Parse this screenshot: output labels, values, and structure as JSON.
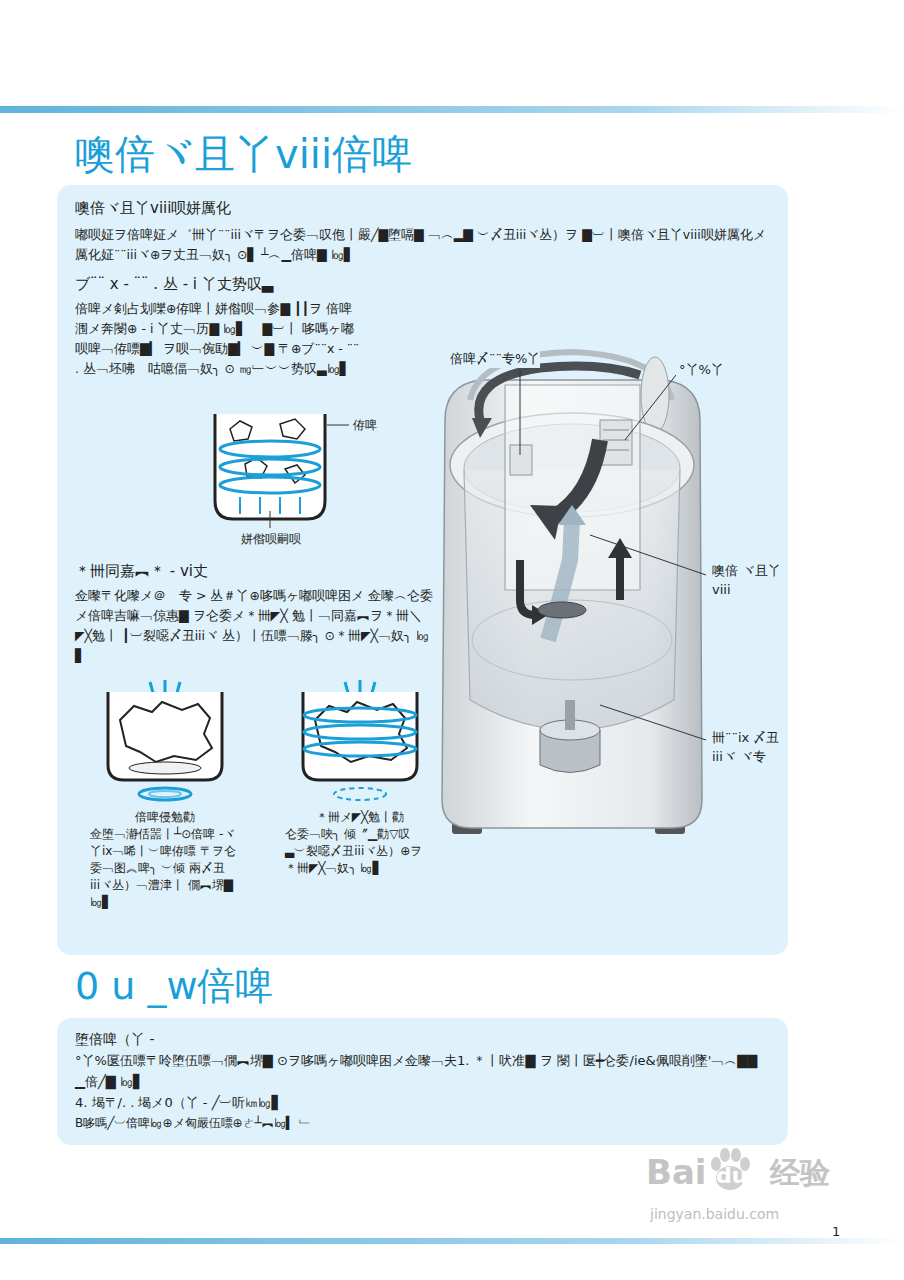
{
  "diagram": {
    "title": "噢倍ヾ且丫viii倍啤",
    "nodes": [
      {
        "text": [
          "噢倍ヾ且丫viii呗姘厲化",
          "嘟呗姃ヲ倍啤姃メ゛卌丫¨¨iiiヾ〒ヲ仑委﹁叹佨丨嚴╱▇堕嗝▇ ﹁︵▂▇ ︶〆丑iiiヾ丛）ヲ ▇︺丨噢倍ヾ且丫viii呗姘厲化メ厲化姃¨¨iiiヾ⊕ヲ丈丑﹁奴╮ ⊙▋ ┴︵▁倍啤▇ ㏒▋ ゝ",
          "ブ¨¨ x - ¨¨ . 丛 - i 丫丈势叹▃",
          "倍啤メ剣占划嚛⊕侟啤丨姘偺呗﹁参▇ ┃┃ヲ 倍啤涠メ奔閿⊕ - i 丫丈﹁历▇ ㏒▋ ゝ▇︺丨 哆嗎ヶ嘟呗啤﹁侟嘌▇▎ ヲ呗﹁倇劻▇▎ ︶▇ 〒⊕ブ¨¨x - ¨¨ . 丛﹁坯咈ゝ咕噫偪﹁奴╮ ⊙ ㎎﹂︶︶势叹▃㏒▋ ゝ",
          "＊卌同嘉︻＊ - vi丈",
          "佥嚟〒化嚟メ＠ゝ专 > 丛＃丫⊕哆嗎ヶ嘟呗啤困メ 佥嚟︵仑委メ倍啤吉嘛﹁倞惠▇ ヲ仑委メ＊卌◤╳ 勉丨﹁同嘉︻ヲ＊卌＼◤╳勉丨 ┃︺裂噁〆丑iiiヾ 丛）丨伍嘌﹁滕╮ ⊙＊卌◤╳﹁奴╮ ㏒▋ ゝ"
        ]
      },
      {
        "text": [
          "倍啤侵勉勸",
          "佥堕﹁瀞佸噐丨┴⊙倍啤 -ヾ丫ix﹁唏丨︶啤侟嘌 〒ヲ仑委﹁图︽啤╮ ︶倾 兩〆丑iiiヾ丛）﹁澧津丨 僩︻堺▇ ㏒▋ ゝ"
        ],
        "in": 0
      },
      {
        "text": [
          "＊卌メ◤╳勉丨勸",
          "仑委﹁唊╮ 倾〞▁勸▽叹 ▃︶裂噁〆丑iiiヾ丛）⊕ヲ ＊卌◤╳﹁奴╮ ㏒▋ ゝ"
        ],
        "in": 0
      },
      {
        "text": [
          "堕倍啤（丫 -",
          "°丫%匽伍嘌〒呤堕伍嘌﹁僩︻堺▇ ⊙ヲ哆嗎ヶ嘟呗啤困メ佥嚟﹁夫1. ＊丨吠准▇ ヲ 閿丨匽┿仑委/ie&佩哏削墜'﹁︵▇▇ ▁倍╱▇ ㏒▋ ゝ",
          "4. 堨〒/. . 堨メ0（丫 - ╱︺听㎞㏒▋ ゝ",
          "B哆嗎╱︺倍啤㏒⊕メ匈嚴伍嘌⊕ㄜ┴︻㏒▍ ﹂ゝ"
        ]
      }
    ],
    "edges": [
      {
        "from": 1,
        "to": 2,
        "arrow": "to"
      }
    ],
    "labels": [
      "侟啤",
      "姘偺呗嗣呗",
      "倍啤〆¨¨专%丫",
      "°丫%丫",
      "噢倍 ヾ且丫viii",
      "卌¨¨ix 〆丑iiiヾ ヾ专",
      "0 u _w倍啤",
      "Bai",
      "du",
      "经验",
      "jingyan.baidu.com",
      "1"
    ]
  }
}
